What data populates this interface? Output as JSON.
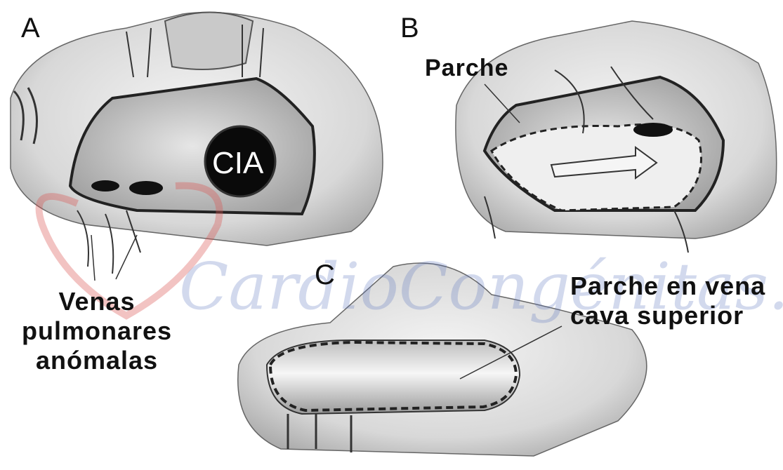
{
  "panels": {
    "a": {
      "letter": "A",
      "cia_label": "CIA",
      "caption_lines": [
        "Venas",
        "pulmonares",
        "anómalas"
      ]
    },
    "b": {
      "letter": "B",
      "patch_label": "Parche"
    },
    "c": {
      "letter": "C",
      "caption_lines": [
        "Parche en vena",
        "cava superior"
      ]
    }
  },
  "watermark": {
    "text": "CardioCongénitas.com"
  },
  "colors": {
    "ink": "#111111",
    "cia_fill": "#0a0a0a",
    "cia_text": "#ffffff",
    "watermark_red": "#d9534f",
    "watermark_blue": "#5f78be"
  }
}
